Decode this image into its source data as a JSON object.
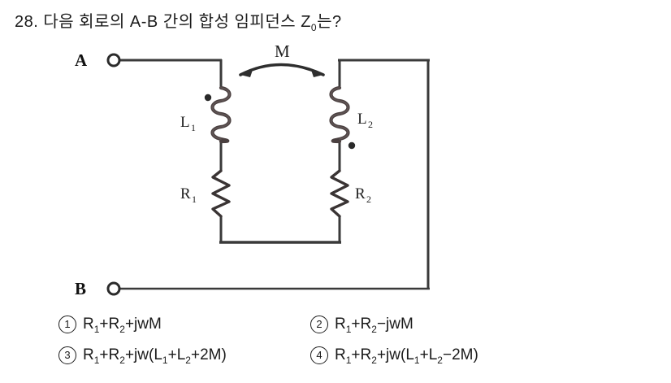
{
  "question": {
    "number": "28.",
    "text_before": "다음 회로의 A-B 간의 합성 임피던스 Z",
    "subscript": "0",
    "text_after": "는?"
  },
  "circuit": {
    "terminal_a_label": "A",
    "terminal_b_label": "B",
    "inductor1": {
      "label": "L",
      "sub": "1"
    },
    "inductor2": {
      "label": "L",
      "sub": "2"
    },
    "resistor1": {
      "label": "R",
      "sub": "1"
    },
    "resistor2": {
      "label": "R",
      "sub": "2"
    },
    "mutual_label": "M",
    "dot_note": "polarity dots: left coil dot upper-left, right coil dot lower-right",
    "line_color": "#3a3a3a"
  },
  "choices": [
    {
      "num": "1",
      "parts": [
        {
          "t": "R",
          "sub": "1"
        },
        {
          "t": "+"
        },
        {
          "t": "R",
          "sub": "2"
        },
        {
          "t": "+jwM"
        }
      ]
    },
    {
      "num": "2",
      "parts": [
        {
          "t": "R",
          "sub": "1"
        },
        {
          "t": "+"
        },
        {
          "t": "R",
          "sub": "2"
        },
        {
          "t": "−jwM"
        }
      ]
    },
    {
      "num": "3",
      "parts": [
        {
          "t": "R",
          "sub": "1"
        },
        {
          "t": "+"
        },
        {
          "t": "R",
          "sub": "2"
        },
        {
          "t": "+jw("
        },
        {
          "t": "L",
          "sub": "1"
        },
        {
          "t": "+"
        },
        {
          "t": "L",
          "sub": "2"
        },
        {
          "t": "+2M)"
        }
      ]
    },
    {
      "num": "4",
      "parts": [
        {
          "t": "R",
          "sub": "1"
        },
        {
          "t": "+"
        },
        {
          "t": "R",
          "sub": "2"
        },
        {
          "t": "+jw("
        },
        {
          "t": "L",
          "sub": "1"
        },
        {
          "t": "+"
        },
        {
          "t": "L",
          "sub": "2"
        },
        {
          "t": "−2M)"
        }
      ]
    }
  ]
}
